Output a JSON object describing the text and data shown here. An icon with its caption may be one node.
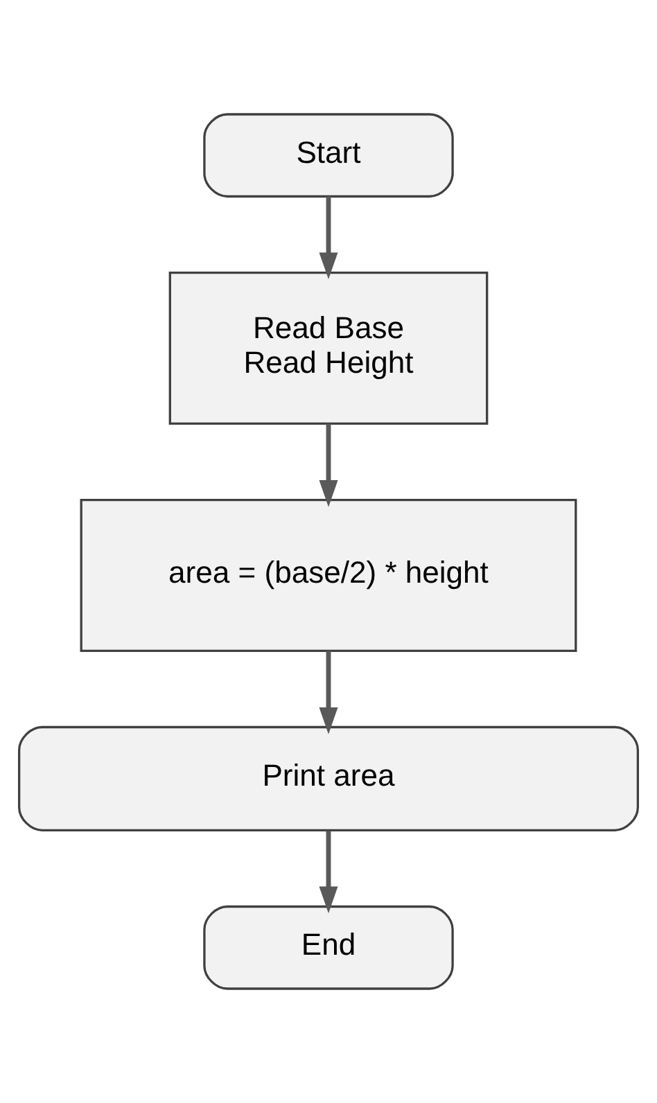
{
  "diagram": {
    "nodes": [
      {
        "text": [
          "Start"
        ]
      },
      {
        "text": [
          "Read Base",
          "Read Height"
        ]
      },
      {
        "text": [
          "area = (base/2) * height"
        ]
      },
      {
        "text": [
          "Print area"
        ]
      },
      {
        "text": [
          "End"
        ]
      }
    ],
    "edges": [
      {
        "from": 0,
        "to": 1,
        "arrow": "to"
      },
      {
        "from": 1,
        "to": 2,
        "arrow": "to"
      },
      {
        "from": 2,
        "to": 3,
        "arrow": "to"
      },
      {
        "from": 3,
        "to": 4,
        "arrow": "to"
      }
    ]
  }
}
